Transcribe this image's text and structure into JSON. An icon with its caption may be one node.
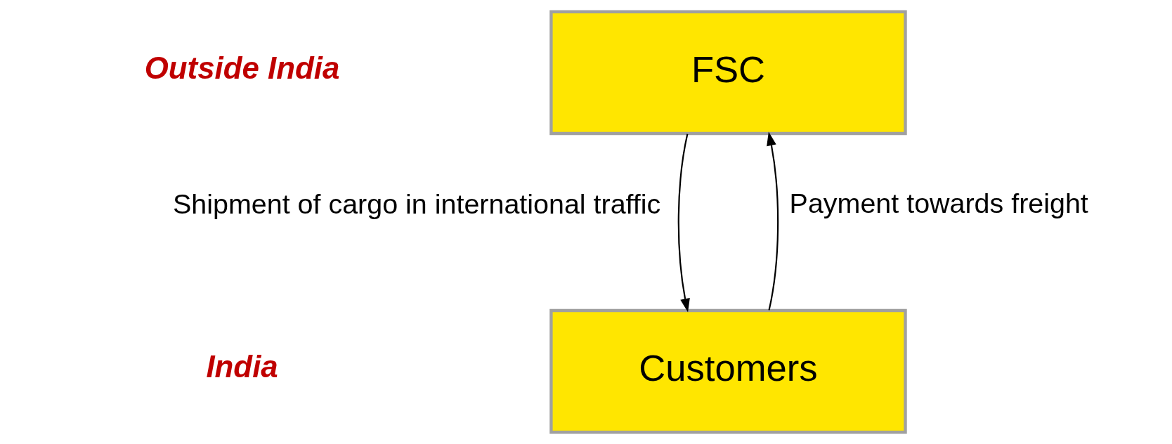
{
  "diagram": {
    "nodes": [
      {
        "text": [
          "FSC"
        ]
      },
      {
        "text": [
          "Customers"
        ]
      }
    ],
    "edges": [
      {
        "from": 1,
        "to": 0,
        "arrow": "to",
        "label": "Payment towards freight"
      },
      {
        "from": 0,
        "to": 1,
        "arrow": "to",
        "label": "Shipment of cargo in international traffic"
      }
    ],
    "labels": [
      "Outside India",
      "India"
    ]
  }
}
